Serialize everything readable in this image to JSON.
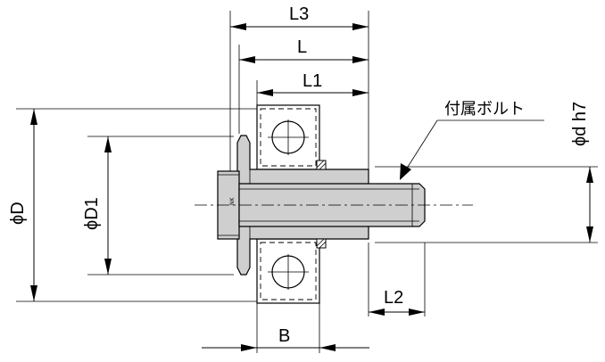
{
  "labels": {
    "L3": "L3",
    "L": "L",
    "L1": "L1",
    "L2": "L2",
    "B": "B",
    "phiD": "ϕD",
    "phiD1": "ϕD1",
    "phid_h7": "ϕd h7",
    "bolt": "付属ボルト"
  }
}
